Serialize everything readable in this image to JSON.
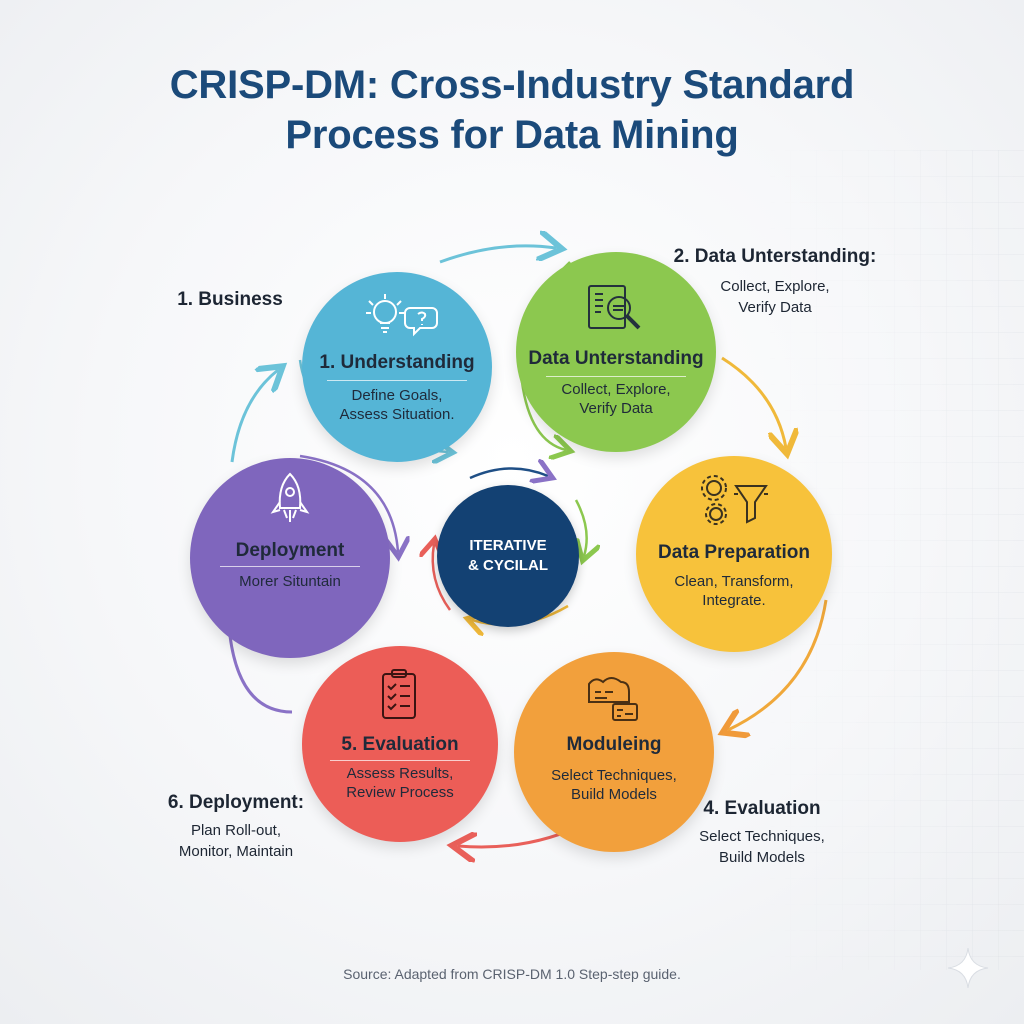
{
  "title": {
    "line1": "CRISP-DM: Cross-Industry Standard",
    "line2": "Process for Data Mining"
  },
  "phases": [
    {
      "name": "1. Understanding",
      "desc": [
        "Define Goals,",
        "Assess Situation."
      ],
      "icon": "lightbulb-question-icon",
      "color": "#55b5d6"
    },
    {
      "name": "Data Unterstanding",
      "desc": [
        "Collect, Explore,",
        "Verify Data"
      ],
      "icon": "document-magnifier-icon",
      "color": "#8cc84f"
    },
    {
      "name": "Data Preparation",
      "desc": [
        "Clean, Transform,",
        "Integrate."
      ],
      "icon": "gears-funnel-icon",
      "color": "#f7c23b"
    },
    {
      "name": "Moduleing",
      "desc": [
        "Select Techniques,",
        "Build Models"
      ],
      "icon": "code-board-icon",
      "color": "#f2a03c"
    },
    {
      "name": "5. Evaluation",
      "desc": [
        "Assess Results,",
        "Review Process"
      ],
      "icon": "clipboard-checklist-icon",
      "color": "#ec5d57"
    },
    {
      "name": "Deployment",
      "desc": [
        "Morer Situntain"
      ],
      "icon": "rocket-icon",
      "color": "#7f66bd"
    }
  ],
  "center": {
    "line1": "ITERATIVE",
    "line2": "& CYCILAL",
    "color": "#134173"
  },
  "labels": {
    "business": {
      "head": "1. Business"
    },
    "data_understanding": {
      "head": "2. Data Unterstanding:",
      "sub": [
        "Collect, Explore,",
        "Verify Data"
      ]
    },
    "evaluation": {
      "head": "4. Evaluation",
      "sub": [
        "Select Techniques,",
        "Build Models"
      ]
    },
    "deployment": {
      "head": "6. Deployment:",
      "sub": [
        "Plan Roll-out,",
        "Monitor, Maintain"
      ]
    }
  },
  "source": "Source: Adapted from CRISP-DM 1.0 Step-step guide."
}
